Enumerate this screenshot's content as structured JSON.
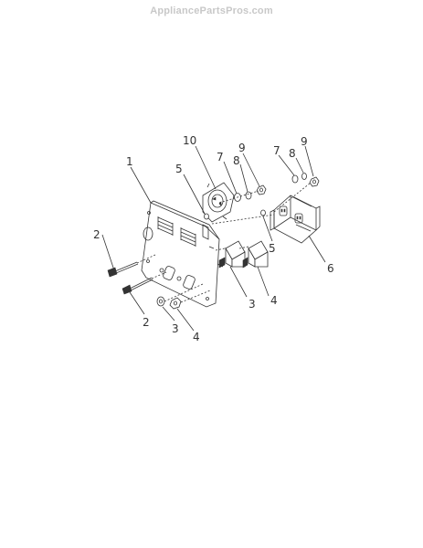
{
  "watermark": "AppliancePartsPros.com",
  "callouts": {
    "c1": "1",
    "c2a": "2",
    "c2b": "2",
    "c3a": "3",
    "c3b": "3",
    "c4a": "4",
    "c4b": "4",
    "c5a": "5",
    "c5b": "5",
    "c6": "6",
    "c7a": "7",
    "c7b": "7",
    "c8a": "8",
    "c8b": "8",
    "c9a": "9",
    "c9b": "9",
    "c10": "10"
  }
}
